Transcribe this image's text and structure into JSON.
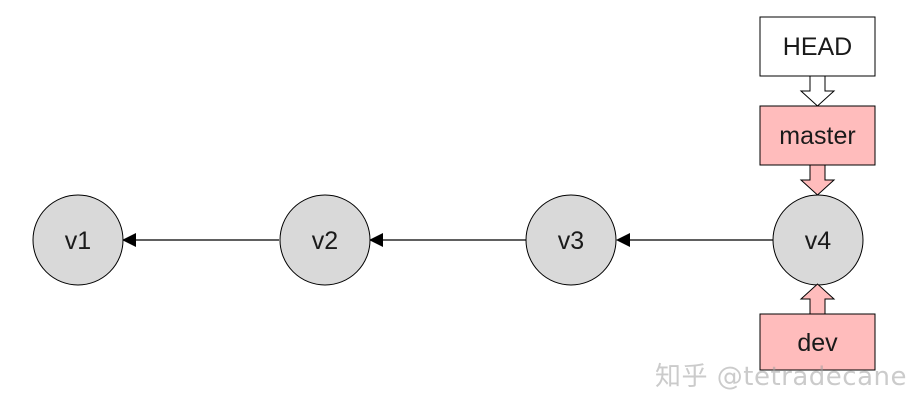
{
  "commits": [
    {
      "id": "v1",
      "label": "v1"
    },
    {
      "id": "v2",
      "label": "v2"
    },
    {
      "id": "v3",
      "label": "v3"
    },
    {
      "id": "v4",
      "label": "v4"
    }
  ],
  "refs": {
    "head": {
      "label": "HEAD"
    },
    "master": {
      "label": "master"
    },
    "dev": {
      "label": "dev"
    }
  },
  "watermark": "知乎 @tetradecane",
  "colors": {
    "commit_fill": "#d9d9d9",
    "branch_fill": "#ffbcbc",
    "head_fill": "#ffffff",
    "stroke": "#000000"
  }
}
